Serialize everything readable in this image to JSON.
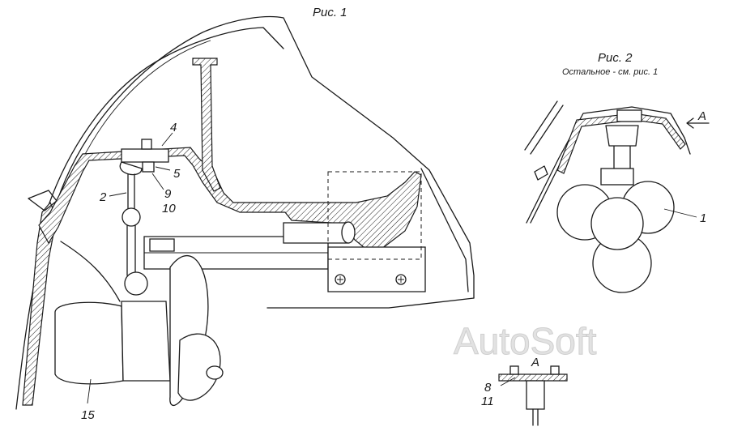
{
  "figure_1": {
    "caption": "Рис. 1"
  },
  "figure_2": {
    "caption": "Рис. 2",
    "subcaption": "Остальное - см. рис. 1"
  },
  "view_marker": "A",
  "watermark": "AutoSoft",
  "callouts": {
    "c1": "1",
    "c2": "2",
    "c4": "4",
    "c5": "5",
    "c8": "8",
    "c9": "9",
    "c10": "10",
    "c11": "11",
    "c15": "15"
  }
}
